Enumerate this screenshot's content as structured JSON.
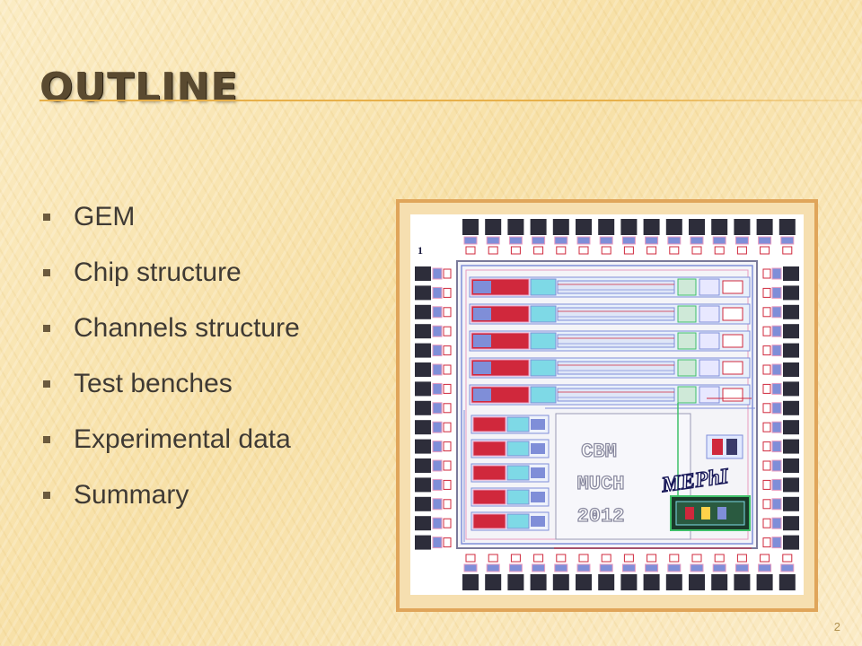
{
  "slide": {
    "title": "Outline",
    "page_number": "2"
  },
  "bullets": [
    "GEM",
    "Chip structure",
    "Channels structure",
    "Test benches",
    "Experimental data",
    "Summary"
  ],
  "figure": {
    "corner_label": "1",
    "chip_text_lines": [
      "CBM",
      "MUCH",
      "2012"
    ],
    "logo_text": "MEPhI",
    "colors": {
      "frame": "#e0a55a",
      "pad": "#2d2d3a",
      "metal_blue": "#7f8ed8",
      "metal_red": "#d0283c",
      "via_pink": "#e99bc0",
      "cyan": "#7ed9e6",
      "green": "#3fc06a"
    }
  }
}
